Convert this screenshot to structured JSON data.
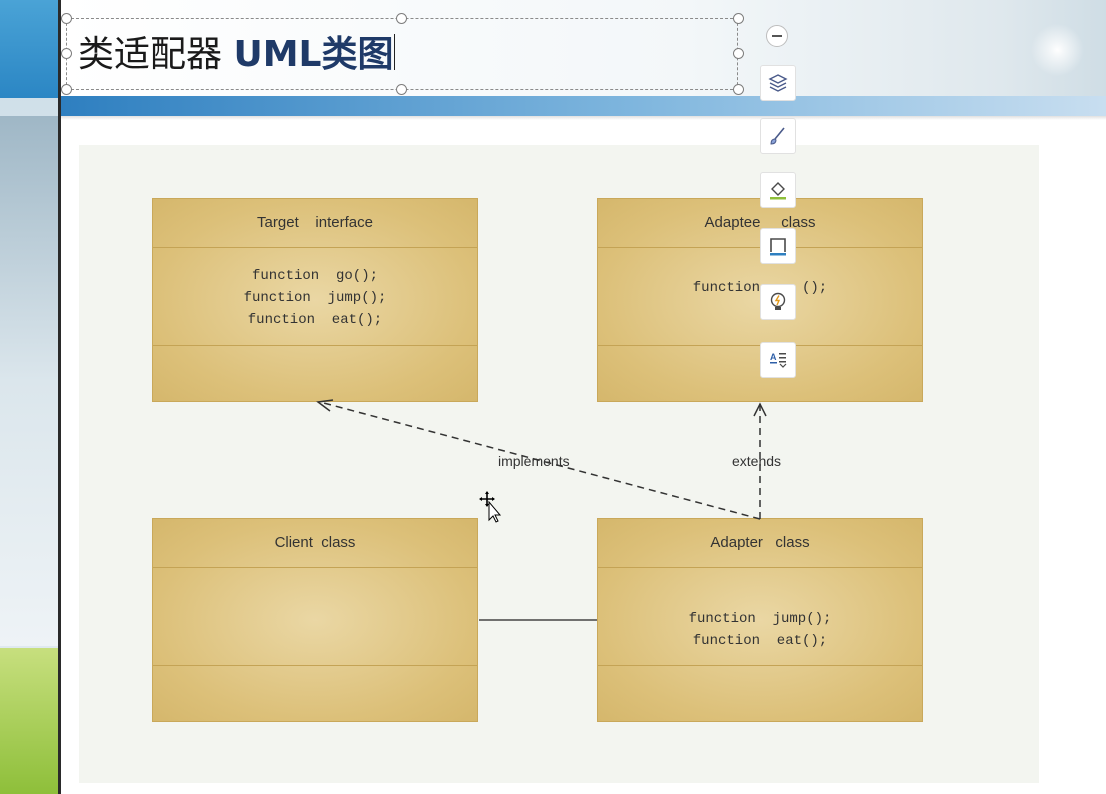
{
  "slide": {
    "title_cn": "类适配器",
    "title_en": "UML类图"
  },
  "diagram": {
    "target": {
      "name": "Target    interface",
      "methods": [
        "function  go();",
        "function  jump();",
        "function  eat();"
      ]
    },
    "adaptee": {
      "name": "Adaptee     class",
      "methods": [
        "function     ();"
      ]
    },
    "client": {
      "name": "Client  class",
      "methods": []
    },
    "adapter": {
      "name": "Adapter   class",
      "methods": [
        "function  jump();",
        "function  eat();"
      ]
    },
    "relations": {
      "implements": "implements",
      "extends": "extends"
    }
  },
  "toolbar": {
    "icons": [
      "layers-icon",
      "brush-icon",
      "fill-bucket-icon",
      "border-icon",
      "lightbulb-icon",
      "text-style-icon"
    ]
  },
  "colors": {
    "class_fill": "#dcc079",
    "class_border": "#c9a85a",
    "title_accent": "#1f3a68",
    "header_band": "#2e7fc0"
  }
}
